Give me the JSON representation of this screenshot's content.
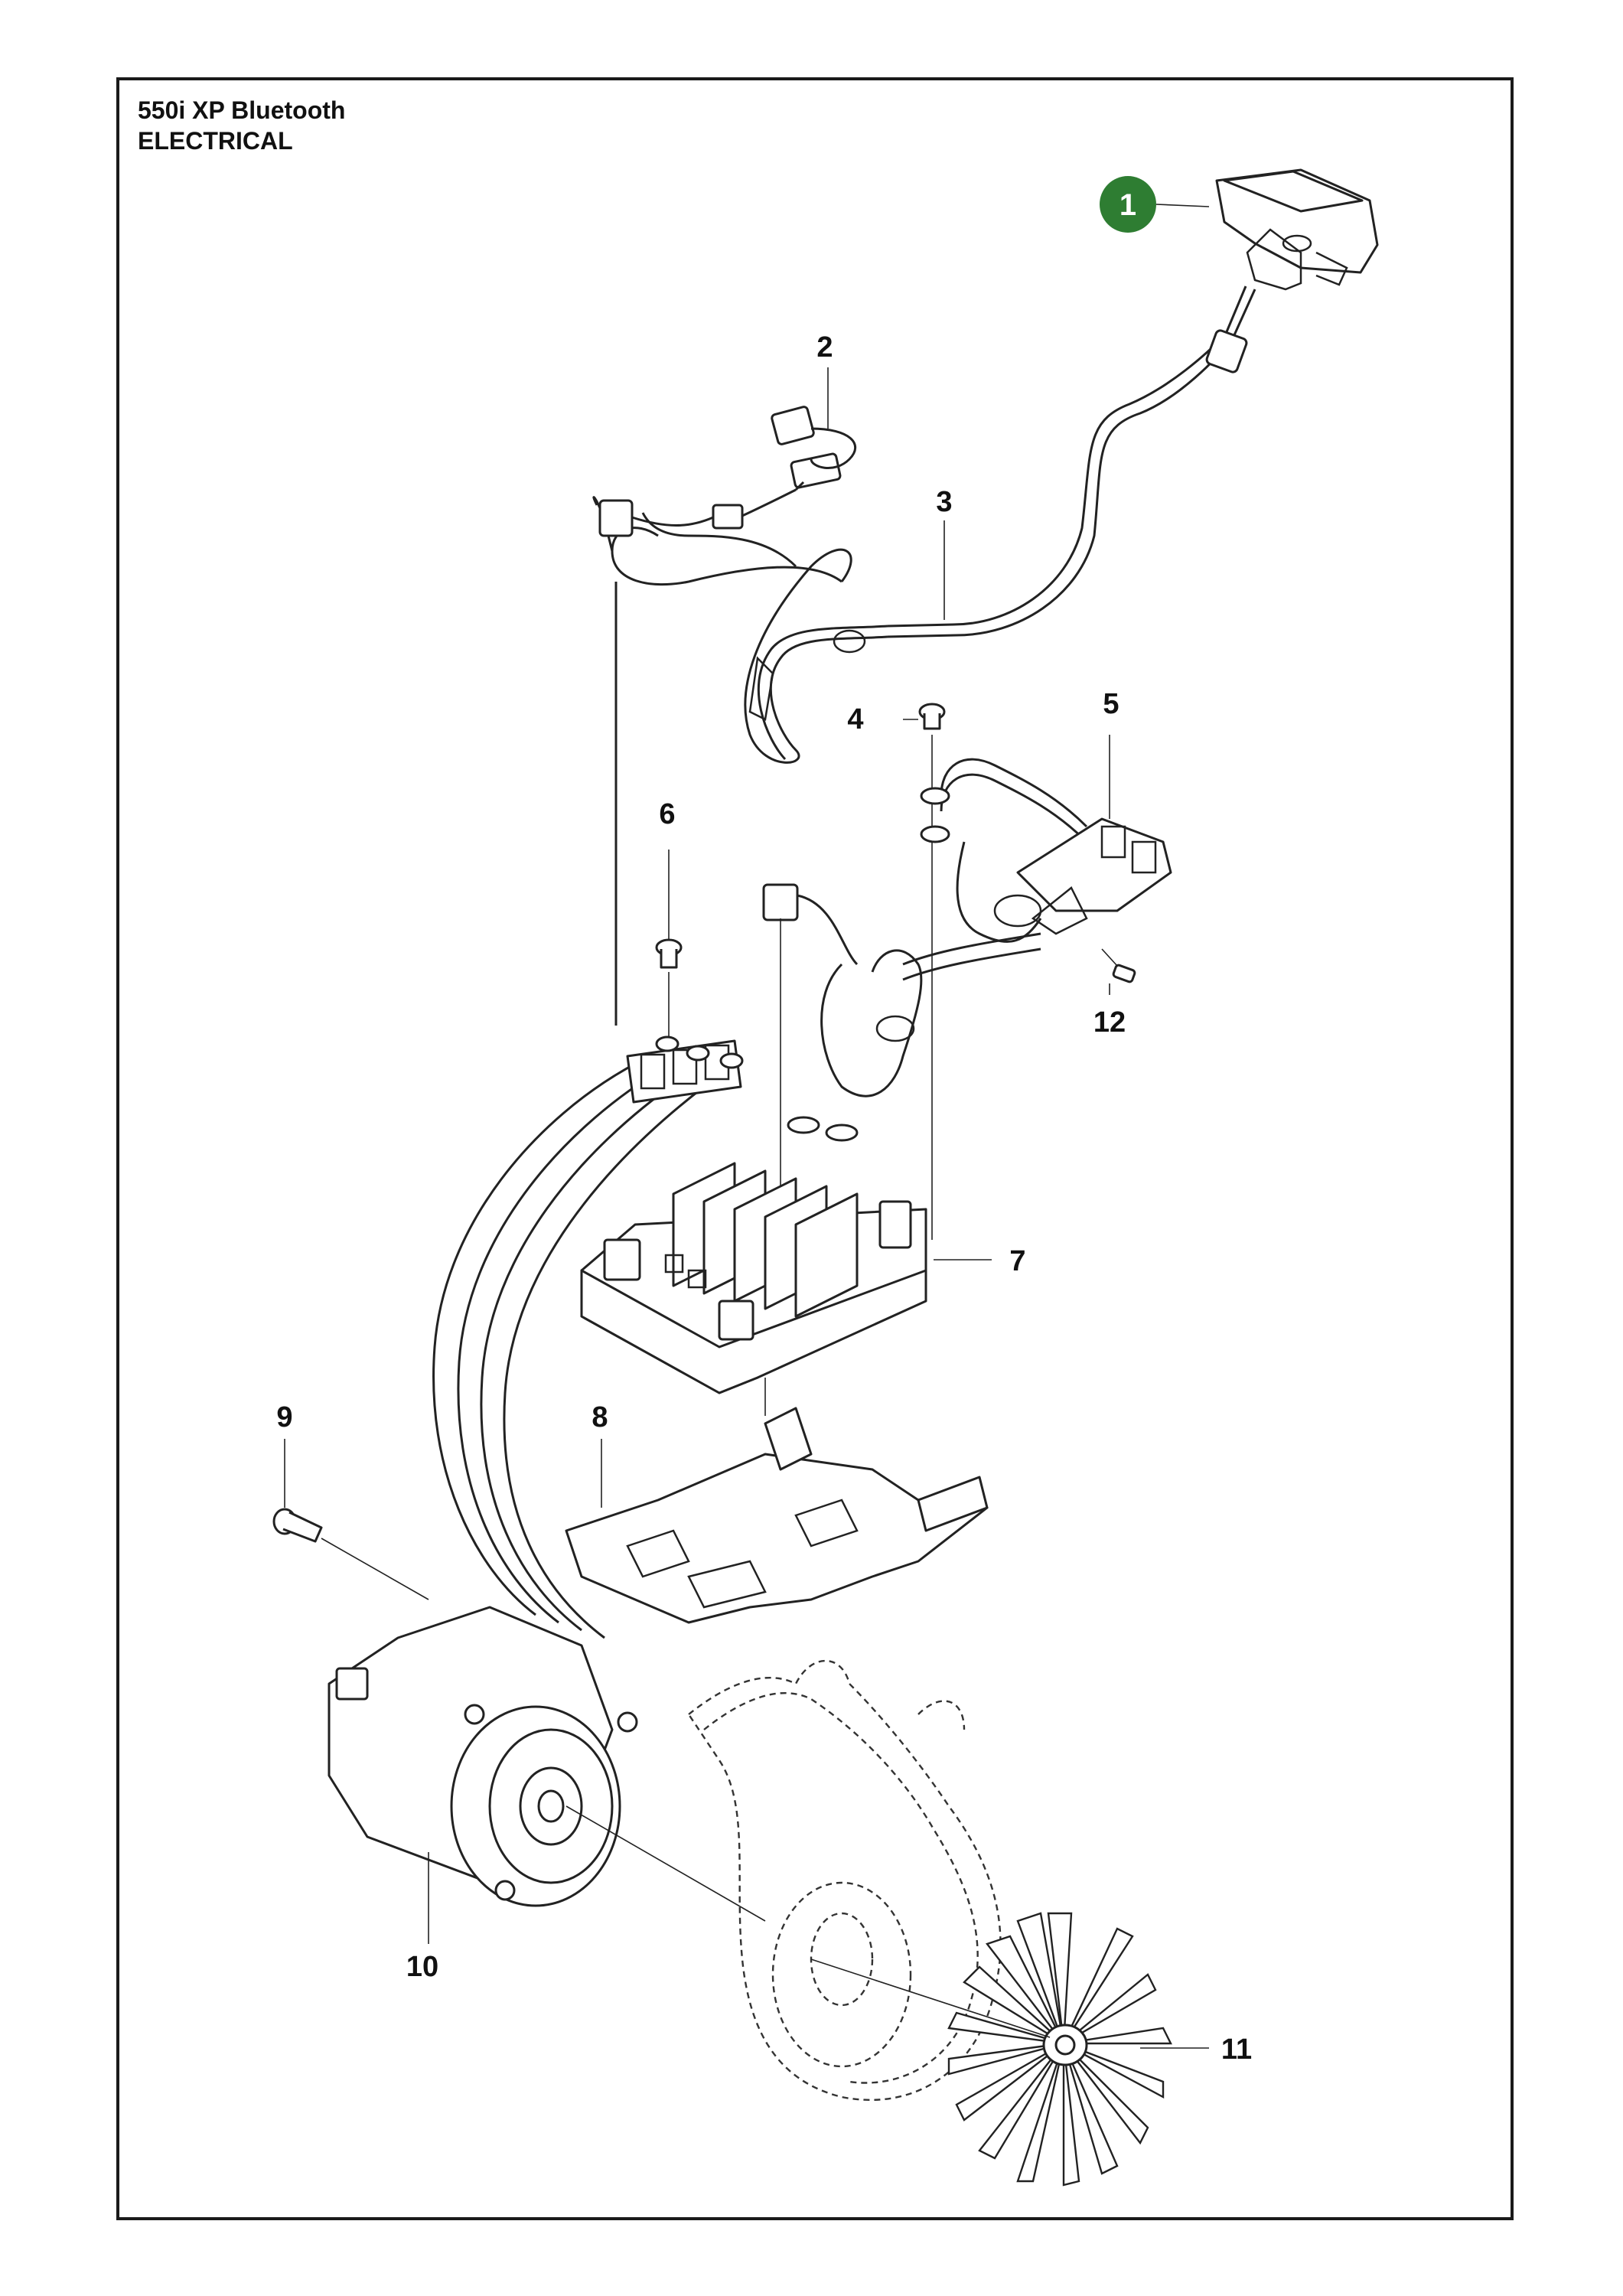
{
  "header": {
    "model": "550i XP Bluetooth",
    "section": "ELECTRICAL"
  },
  "badge": {
    "label": "1",
    "color": "#2e7d32"
  },
  "callouts": {
    "c2": "2",
    "c3": "3",
    "c4": "4",
    "c5": "5",
    "c6": "6",
    "c7": "7",
    "c8": "8",
    "c9": "9",
    "c10": "10",
    "c11": "11",
    "c12": "12"
  }
}
